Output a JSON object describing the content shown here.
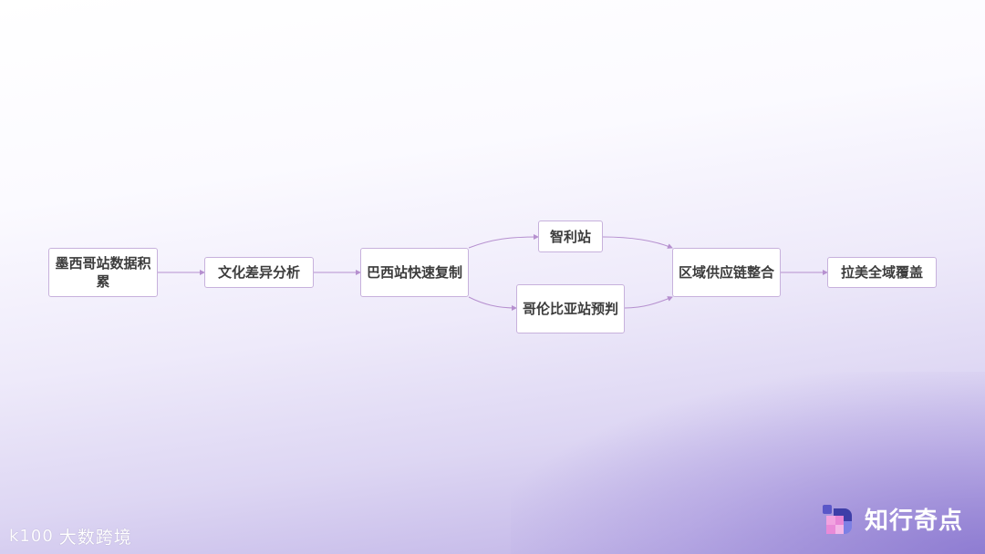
{
  "diagram": {
    "nodes": [
      {
        "id": "n1",
        "label": "墨西哥站数据积累"
      },
      {
        "id": "n2",
        "label": "文化差异分析"
      },
      {
        "id": "n3",
        "label": "巴西站快速复制"
      },
      {
        "id": "n4",
        "label": "智利站"
      },
      {
        "id": "n5",
        "label": "哥伦比亚站预判"
      },
      {
        "id": "n6",
        "label": "区域供应链整合"
      },
      {
        "id": "n7",
        "label": "拉美全域覆盖"
      }
    ],
    "edges": [
      {
        "from": "n1",
        "to": "n2"
      },
      {
        "from": "n2",
        "to": "n3"
      },
      {
        "from": "n3",
        "to": "n4"
      },
      {
        "from": "n3",
        "to": "n5"
      },
      {
        "from": "n4",
        "to": "n6"
      },
      {
        "from": "n5",
        "to": "n6"
      },
      {
        "from": "n6",
        "to": "n7"
      }
    ],
    "colors": {
      "node_border": "#c7b1dc",
      "edge": "#b690cf",
      "text": "#3c3c3c"
    }
  },
  "footer": {
    "left_logo_mark": "k100",
    "left_brand": "大数跨境",
    "right_brand": "知行奇点"
  }
}
